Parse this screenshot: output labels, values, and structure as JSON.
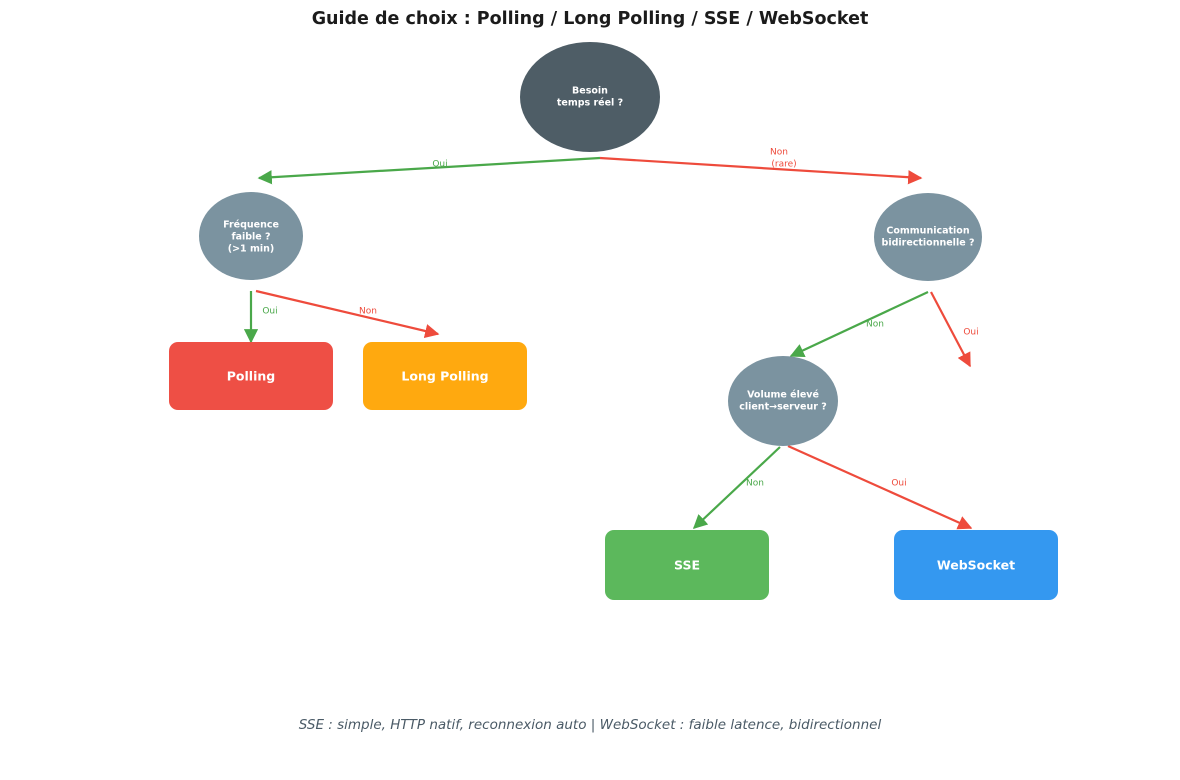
{
  "title": "Guide de choix : Polling / Long Polling / SSE / WebSocket",
  "footer": "SSE : simple, HTTP natif, reconnexion auto  |  WebSocket : faible latence, bidirectionnel",
  "colors": {
    "root_node": "#4e5d66",
    "decision_node": "#7b93a0",
    "polling": "#ee4f45",
    "long_polling": "#ffa90f",
    "sse": "#5cb85c",
    "websocket": "#3498f0",
    "yes_edge": "#4aa84a",
    "no_edge": "#ee4b3c",
    "title_text": "#1b1b1b",
    "footer_text": "#4a5a66",
    "node_text": "#ffffff"
  },
  "nodes": {
    "root": {
      "line1": "Besoin",
      "line2": "temps réel ?"
    },
    "frequence": {
      "line1": "Fréquence",
      "line2": "faible ?",
      "line3": "(>1 min)"
    },
    "communication": {
      "line1": "Communication",
      "line2": "bidirectionnelle ?"
    },
    "volume": {
      "line1": "Volume élevé",
      "line2": "client→serveur ?"
    }
  },
  "leaves": {
    "polling": "Polling",
    "long_polling": "Long Polling",
    "sse": "SSE",
    "websocket": "WebSocket"
  },
  "edge_labels": {
    "root_yes": "Oui",
    "root_no_line1": "Non",
    "root_no_line2": "(rare)",
    "frequence_yes": "Oui",
    "frequence_no": "Non",
    "communication_no": "Non",
    "communication_yes": "Oui",
    "volume_no": "Non",
    "volume_yes": "Oui"
  }
}
